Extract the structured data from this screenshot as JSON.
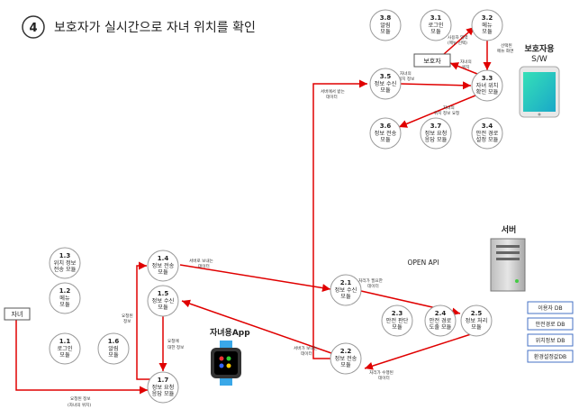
{
  "header": {
    "step_number": "4",
    "title": "보호자가 실시간으로 자녀 위치를 확인"
  },
  "labels": {
    "guardian_sw": [
      "보호자용",
      "S/W"
    ],
    "child_app": "자녀용App",
    "server": "서버",
    "open_api": "OPEN API",
    "guardian_box": "보호자",
    "child_box": "자녀"
  },
  "databases": [
    "이용자 DB",
    "안전경로 DB",
    "위치정보 DB",
    "환경설정값DB"
  ],
  "nodes": [
    {
      "id": "3.8",
      "lines": [
        "알림",
        "모듈"
      ]
    },
    {
      "id": "3.1",
      "lines": [
        "로그인",
        "모듈"
      ]
    },
    {
      "id": "3.2",
      "lines": [
        "메뉴",
        "모듈"
      ]
    },
    {
      "id": "3.5",
      "lines": [
        "정보 수신",
        "모듈"
      ]
    },
    {
      "id": "3.3",
      "lines": [
        "자녀 위치",
        "확인 모듈"
      ]
    },
    {
      "id": "3.6",
      "lines": [
        "정보 전송",
        "모듈"
      ]
    },
    {
      "id": "3.7",
      "lines": [
        "정보 요청",
        "응답 모듈"
      ]
    },
    {
      "id": "3.4",
      "lines": [
        "안전 경로",
        "설정 모듈"
      ]
    },
    {
      "id": "1.3",
      "lines": [
        "위치 정보",
        "전송 모듈"
      ]
    },
    {
      "id": "1.4",
      "lines": [
        "정보 전송",
        "모듈"
      ]
    },
    {
      "id": "1.2",
      "lines": [
        "메뉴",
        "모듈"
      ]
    },
    {
      "id": "1.5",
      "lines": [
        "정보 수신",
        "모듈"
      ]
    },
    {
      "id": "1.1",
      "lines": [
        "로그인",
        "모듈"
      ]
    },
    {
      "id": "1.6",
      "lines": [
        "알림",
        "모듈"
      ]
    },
    {
      "id": "1.7",
      "lines": [
        "정보 요청",
        "응답 모듈"
      ]
    },
    {
      "id": "2.1",
      "lines": [
        "정보 수신",
        "모듈"
      ]
    },
    {
      "id": "2.3",
      "lines": [
        "안전 판단",
        "모듈"
      ]
    },
    {
      "id": "2.4",
      "lines": [
        "안전 경로",
        "도출 모듈"
      ]
    },
    {
      "id": "2.5",
      "lines": [
        "정보 처리",
        "모듈"
      ]
    },
    {
      "id": "2.2",
      "lines": [
        "정보 전송",
        "모듈"
      ]
    }
  ],
  "edge_labels": {
    "e_child_17": [
      "요청된 정보",
      "(자녀의 위치)"
    ],
    "e_17_14": [
      "요청된",
      "정보"
    ],
    "e_14_21": [
      "서버로 보내는",
      "데이터"
    ],
    "e_15_17": [
      "요청에",
      "대한 정보"
    ],
    "e_21_25": [
      "처리가 필요한",
      "데이터"
    ],
    "e_25_22": [
      "처리가 수행된",
      "데이터"
    ],
    "e_22_15": [
      "서버가 보내는",
      "데이터"
    ],
    "e_35_33_a": [
      "자녀의",
      "위치 정보"
    ],
    "e_35_33_b": [
      "서버에서 받는",
      "데이터"
    ],
    "e_g_32": [
      "사용자 입력",
      "(메뉴 선택)"
    ],
    "e_32_33": [
      "선택된",
      "메뉴 화면"
    ],
    "e_33_g": [
      "자녀의",
      "위치"
    ],
    "e_33_36": [
      "자녀의",
      "위치 정보 요청"
    ]
  }
}
